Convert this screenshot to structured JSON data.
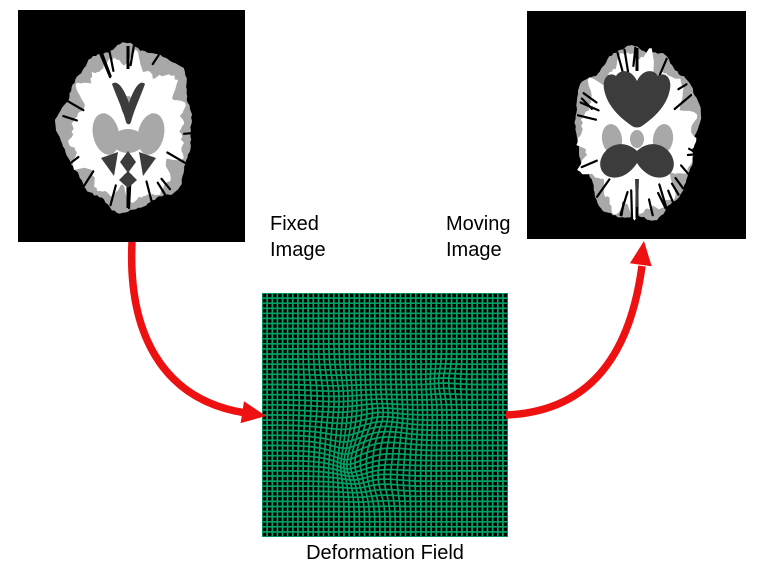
{
  "labels": {
    "fixed": {
      "line1": "Fixed",
      "line2": "Image"
    },
    "moving": {
      "line1": "Moving",
      "line2": "Image"
    },
    "deformation": "Deformation Field"
  },
  "colors": {
    "page_bg": "#ffffff",
    "panel_bg": "#000000",
    "gray_matter": "#a8a8a8",
    "white_matter": "#ffffff",
    "dark_structure": "#3c3c3c",
    "grid_green": "#00a165",
    "arrow_red": "#ee1111",
    "label_text": "#000000"
  }
}
